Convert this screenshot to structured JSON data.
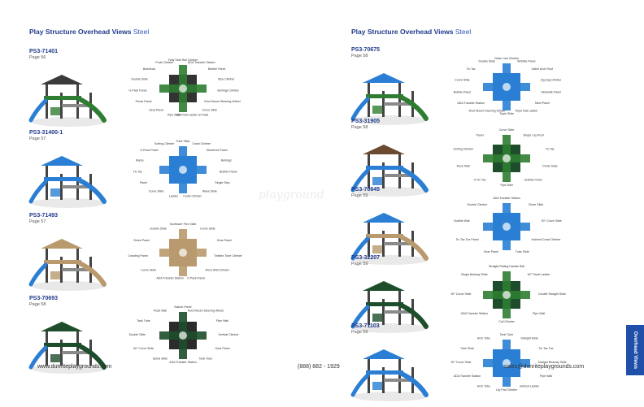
{
  "left_page": {
    "header_bold": "Play Structure Overhead Views",
    "header_light": "Steel",
    "items": [
      {
        "code": "PS3-71401",
        "page": "Page 56",
        "labels": [
          "Fully Side Rail Climber",
          "ADA Transfer Station",
          "Bubble Panel",
          "Pipe Climber",
          "Belrings Climber",
          "Roof Mount Steering Wheel",
          "Curve Slide",
          "Half Rail Ladder w/ Rails",
          "Pipe Wall",
          "Gear Panel",
          "Picnic Panel",
          "½ Pack Panel",
          "Double Slide",
          "Bulkhead",
          "Pods Climber"
        ]
      },
      {
        "code": "PS3-31400-1",
        "page": "Page 57",
        "labels": [
          "Tube Slide",
          "Crawl Climber",
          "Storefront Panel",
          "Belrings",
          "Bubble Panel",
          "Single Step",
          "Wave Slide",
          "Clubs Climber",
          "Ladder",
          "Curve Slide",
          "Panel",
          "Tic Tac",
          "Ramp",
          "½ Rock Panel",
          "Sorting Climber"
        ]
      },
      {
        "code": "PS3-71493",
        "page": "Page 57",
        "labels": [
          "Sunflower Flex Slide",
          "Curve Slide",
          "Gear Panel",
          "Twisted Tube Climber",
          "Rock Wall Climber",
          "½ Pack Panel",
          "ADA Transfer Station",
          "Curve Slide",
          "Crawling Panel",
          "Shore Panel",
          "Double Slide"
        ]
      },
      {
        "code": "PS3-70693",
        "page": "Page 58",
        "labels": [
          "Nature Panel",
          "Roof Mount Steering Wheel",
          "Pipe Wall",
          "Vertical Climber",
          "Gear Panel",
          "Tank Tube",
          "ADA Transfer Station",
          "Spiral Slide",
          "90° Curve Slide",
          "Double Slide",
          "Tank Tube",
          "Rock Wall"
        ]
      }
    ]
  },
  "right_page": {
    "header_bold": "Play Structure Overhead Views",
    "header_light": "Steel",
    "items": [
      {
        "code": "PS3-70675",
        "page": "Page 58",
        "labels": [
          "Chain Link Climber",
          "Wobble Panel",
          "Gable Arch Roof",
          "Zig Zag Climber",
          "Sidewalk Panel",
          "Steel Panel",
          "Triple Rail Ladder",
          "Triple Slide",
          "Roof Mount Steering Wheel",
          "ADA Transfer Station",
          "Bubble Panel",
          "Curve Slide",
          "Tic Tac",
          "Double Slide"
        ]
      },
      {
        "code": "PS3-31905",
        "page": "Page 58",
        "labels": [
          "Curve Slide",
          "Single Lay Roof",
          "Tic Tac",
          "Chute Slide",
          "Bubble Panel",
          "Pipe Wall",
          "½ Tic Tac",
          "Rock Wall",
          "Sorting Climber",
          "Panel"
        ]
      },
      {
        "code": "PS3-70645",
        "page": "Page 59",
        "labels": [
          "ADA Transfer Station",
          "Chute Slide",
          "90° Curve Slide",
          "Inclined Crawl Climber",
          "Tube Slide",
          "Gear Panel",
          "Tic Tac Toe Panel",
          "Bubble Wall",
          "Double Climber"
        ]
      },
      {
        "code": "PS3-32207",
        "page": "Page 59",
        "labels": [
          "Straight Railing Handle Rail",
          "90° Panel Ladder",
          "Double Straight Slide",
          "Pipe Wall",
          "Coil Climber",
          "ADA Transfer Station",
          "90° Curve Slide",
          "Single Bedway Slide"
        ]
      },
      {
        "code": "PS3-71103",
        "page": "Page 59",
        "labels": [
          "Tank Tube",
          "Straight Slide",
          "Tic Tac Toe",
          "Straight Bedway Slide",
          "Pipe Wall",
          "Vertical Ladder",
          "Lily Pad Climber",
          "Arch Tube",
          "ADA Transfer Station",
          "90° Curve Slide",
          "Tube Slide",
          "Arch Tube"
        ]
      }
    ]
  },
  "footer": {
    "left": "www.dunriteplaygrounds.com",
    "center": "(888) 882 - 1929",
    "right": "sales@dunriteplaygrounds.com"
  },
  "side_tab": "Overhead Views",
  "colors": {
    "header_blue": "#1f3b8c",
    "tab_blue": "#1f4fa8",
    "slide_blue": "#2a7fd4",
    "green": "#2f7d32",
    "tan": "#b89a6e"
  }
}
